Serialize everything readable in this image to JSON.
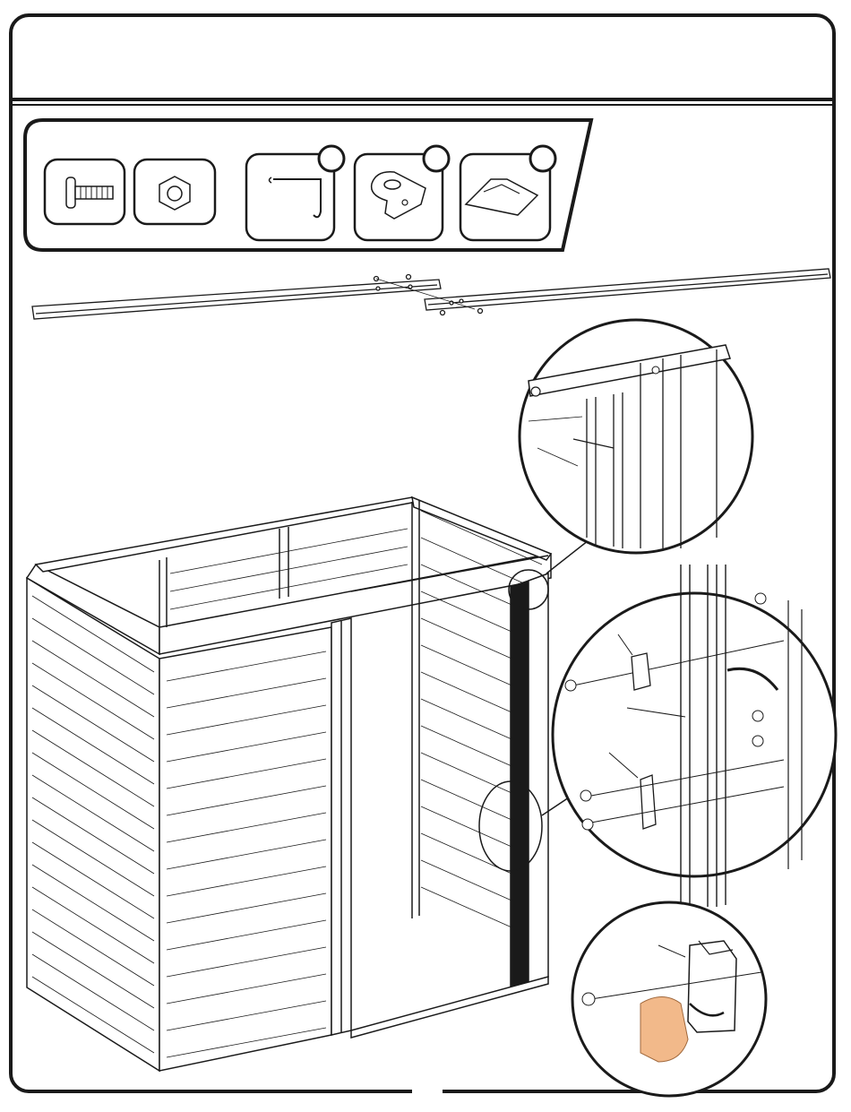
{
  "page": {
    "header_text": "",
    "footer_page_number": ""
  },
  "parts_panel": {
    "items": [
      {
        "name": "bolt",
        "label": ""
      },
      {
        "name": "nut",
        "label": ""
      },
      {
        "name": "wire-hook",
        "label": "",
        "callout": ""
      },
      {
        "name": "angle-bracket",
        "label": "",
        "callout": ""
      },
      {
        "name": "clip",
        "label": "",
        "callout": ""
      }
    ]
  },
  "details": {
    "top_detail": "",
    "middle_detail": "",
    "bottom_detail": ""
  },
  "colors": {
    "line": "#1a1a1a",
    "paper": "#ffffff",
    "hand": "#f2b98a"
  }
}
